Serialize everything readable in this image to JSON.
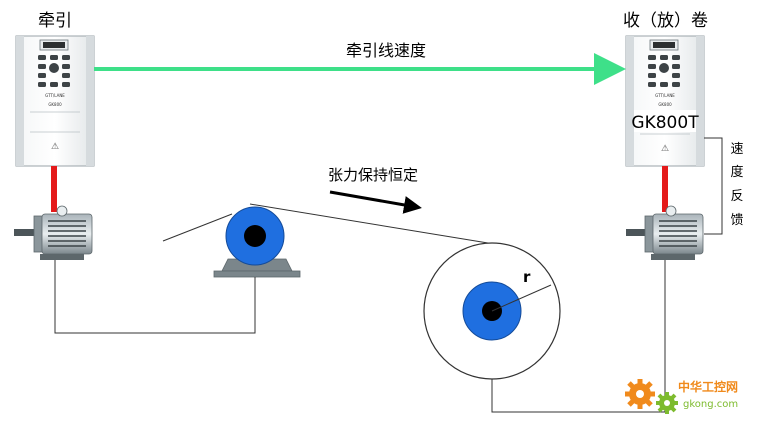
{
  "labels": {
    "traction": "牵引",
    "winder": "收（放）卷",
    "line_speed": "牵引线速度",
    "tension_constant": "张力保持恒定",
    "speed_feedback": [
      "速",
      "度",
      "反",
      "馈"
    ],
    "radius": "r"
  },
  "inverter": {
    "model_label": "GK800T",
    "panel_brand": "GTT/LANE",
    "panel_model": "GK800",
    "warning_symbol": "⚠"
  },
  "watermark": {
    "name": "中华工控网",
    "url": "gkong.com"
  },
  "colors": {
    "speed_line": "#3ee089",
    "shaft": "#e41a1a",
    "roller": "#1f6fe0",
    "core": "#000000",
    "line": "#333333",
    "motor": "#6d7b82",
    "watermark_orange": "#f08a1c",
    "watermark_green": "#7dbb2e"
  }
}
